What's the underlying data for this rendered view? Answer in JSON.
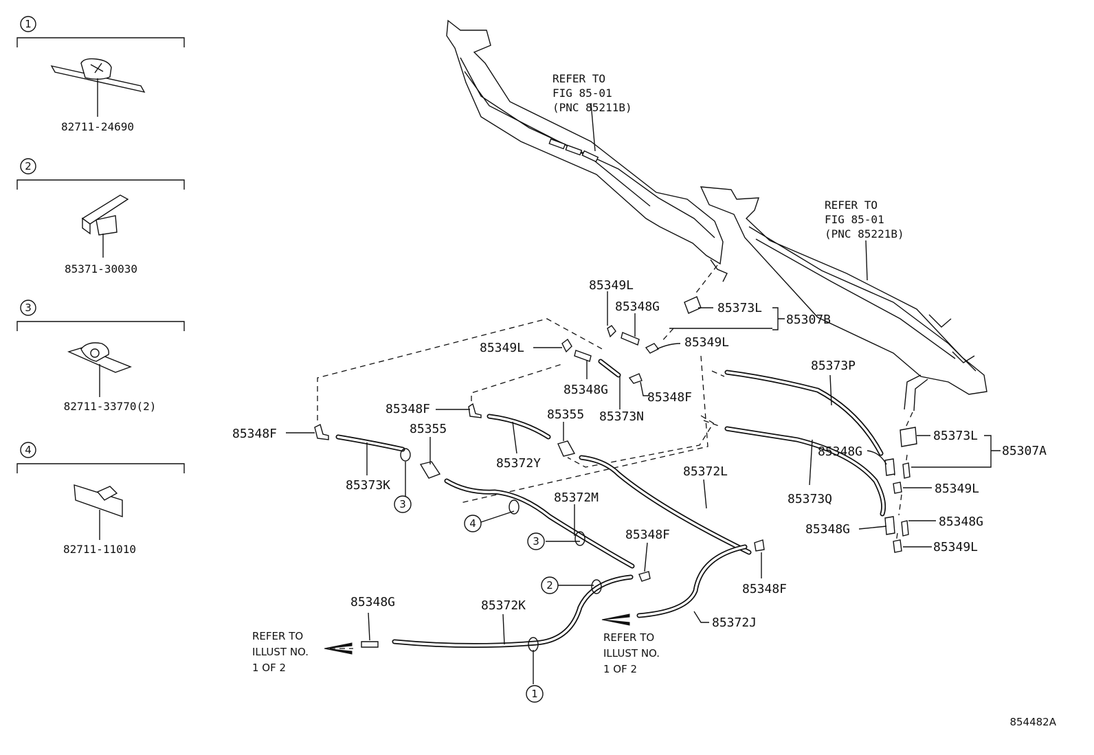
{
  "insets": [
    {
      "num": "1",
      "part": "82711-24690"
    },
    {
      "num": "2",
      "part": "85371-30030"
    },
    {
      "num": "3",
      "part": "82711-33770(2)"
    },
    {
      "num": "4",
      "part": "82711-11010"
    }
  ],
  "refs": {
    "left_line1": "REFER TO",
    "left_line2": "FIG 85-01",
    "left_line3": "(PNC 85211B)",
    "right_line1": "REFER TO",
    "right_line2": "FIG 85-01",
    "right_line3": "(PNC 85221B)",
    "bl_line1": "REFER TO",
    "bl_line2": "ILLUST NO.",
    "bl_line3": "1 OF 2",
    "bm_line1": "REFER TO",
    "bm_line2": "ILLUST NO.",
    "bm_line3": "1 OF 2"
  },
  "labels": {
    "p85349L_a": "85349L",
    "p85348G_a": "85348G",
    "p85373L_a": "85373L",
    "p85307B": "85307B",
    "p85349L_b": "85349L",
    "p85349L_c": "85349L",
    "p85348G_b": "85348G",
    "p85373N": "85373N",
    "p85348F_a": "85348F",
    "p85348F_b": "85348F",
    "p85355_a": "85355",
    "p85355_b": "85355",
    "p85372Y": "85372Y",
    "p85348F_c": "85348F",
    "p85373K": "85373K",
    "p85372L": "85372L",
    "p85372M": "85372M",
    "p85348F_d": "85348F",
    "p85348F_e": "85348F",
    "p85372K": "85372K",
    "p85372J": "85372J",
    "p85348G_c": "85348G",
    "p85373P": "85373P",
    "p85373Q": "85373Q",
    "p85348G_d": "85348G",
    "p85348G_e": "85348G",
    "p85373L_b": "85373L",
    "p85307A": "85307A",
    "p85349L_d": "85349L",
    "p85348G_f": "85348G",
    "p85349L_e": "85349L"
  },
  "callouts": {
    "c3a": "3",
    "c4": "4",
    "c3b": "3",
    "c2": "2",
    "c1": "1"
  },
  "diagram_id": "854482A"
}
